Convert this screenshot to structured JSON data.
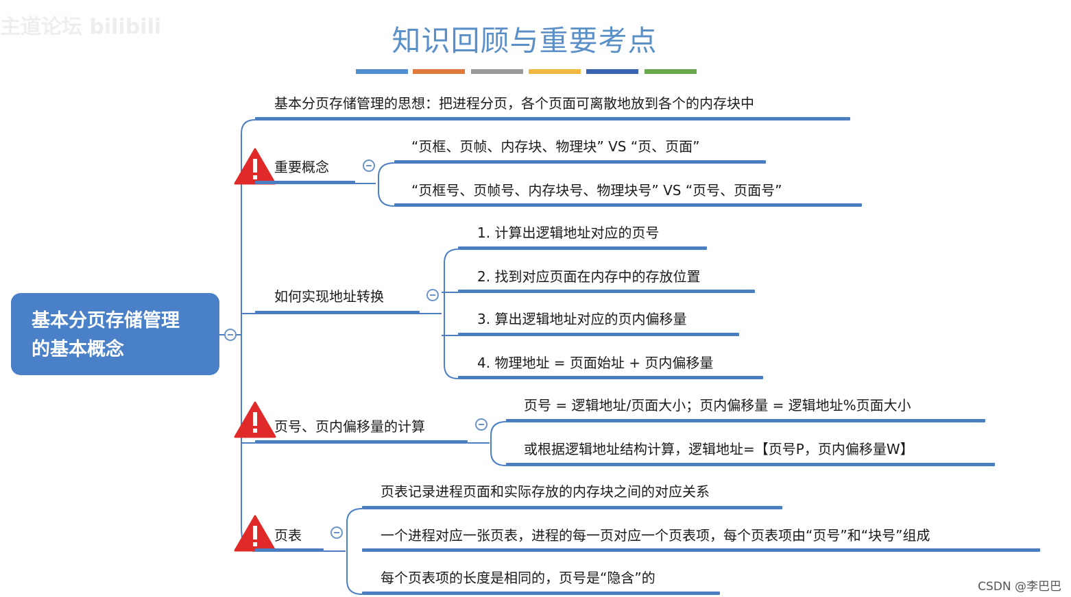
{
  "watermark": "主道论坛 bilibili",
  "title": "知识回顾与重要考点",
  "title_bar_colors": [
    "#4f8fd0",
    "#e07a3c",
    "#9a9a9a",
    "#f0b840",
    "#3a64b0",
    "#6aa84f"
  ],
  "root": {
    "line1": "基本分页存储管理",
    "line2": "的基本概念"
  },
  "branches": [
    {
      "label": "基本分页存储管理的思想：把进程分页，各个页面可离散地放到各个的内存块中"
    },
    {
      "label": "重要概念",
      "children": [
        "“页框、页帧、内存块、物理块” VS “页、页面”",
        "“页框号、页帧号、内存块号、物理块号” VS “页号、页面号”"
      ]
    },
    {
      "label": "如何实现地址转换",
      "children": [
        "1. 计算出逻辑地址对应的页号",
        "2. 找到对应页面在内存中的存放位置",
        "3. 算出逻辑地址对应的页内偏移量",
        "4. 物理地址 = 页面始址 + 页内偏移量"
      ]
    },
    {
      "label": "页号、页内偏移量的计算",
      "children": [
        "页号 = 逻辑地址/页面大小；页内偏移量 = 逻辑地址%页面大小",
        "或根据逻辑地址结构计算，逻辑地址=【页号P，页内偏移量W】"
      ]
    },
    {
      "label": "页表",
      "children": [
        "页表记录进程页面和实际存放的内存块之间的对应关系",
        "一个进程对应一张页表，进程的每一页对应一个页表项，每个页表项由“页号”和“块号”组成",
        "每个页表项的长度是相同的，页号是“隐含”的"
      ]
    }
  ],
  "credit": "CSDN @李巴巴"
}
